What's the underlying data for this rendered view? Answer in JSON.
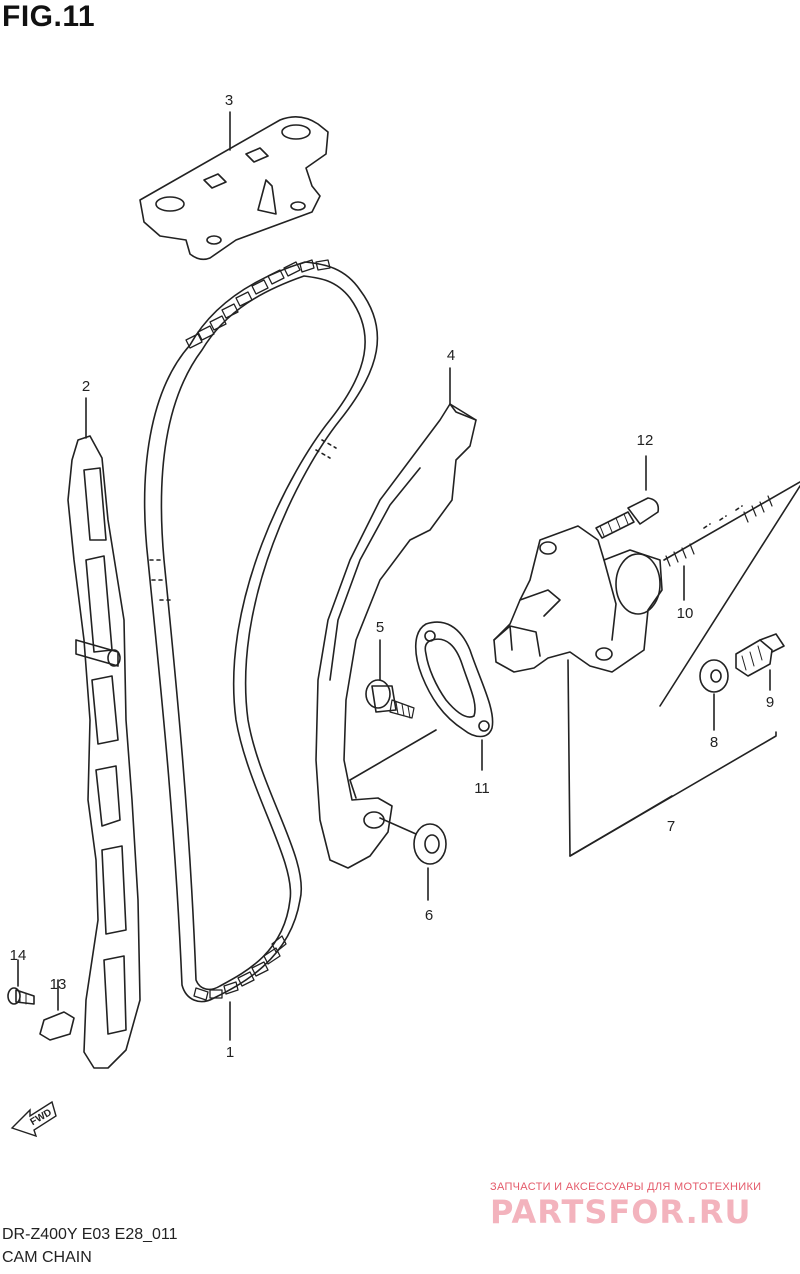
{
  "figure": {
    "title": "FIG.11"
  },
  "callouts": [
    {
      "id": "1",
      "label": "1"
    },
    {
      "id": "2",
      "label": "2"
    },
    {
      "id": "3",
      "label": "3"
    },
    {
      "id": "4",
      "label": "4"
    },
    {
      "id": "5",
      "label": "5"
    },
    {
      "id": "6",
      "label": "6"
    },
    {
      "id": "7",
      "label": "7"
    },
    {
      "id": "8",
      "label": "8"
    },
    {
      "id": "9",
      "label": "9"
    },
    {
      "id": "10",
      "label": "10"
    },
    {
      "id": "11",
      "label": "11"
    },
    {
      "id": "12",
      "label": "12"
    },
    {
      "id": "13",
      "label": "13"
    },
    {
      "id": "14",
      "label": "14"
    }
  ],
  "direction_marker": {
    "label": "FWD"
  },
  "footer": {
    "model_code": "DR-Z400Y E03 E28_011",
    "section_name": "CAM CHAIN"
  },
  "watermark": {
    "tagline": "ЗАПЧАСТИ И АКСЕССУАРЫ ДЛЯ МОТОТЕХНИКИ",
    "brand": "PARTSFOR.RU"
  },
  "colors": {
    "line": "#222222",
    "watermark": "#e45a6a"
  }
}
